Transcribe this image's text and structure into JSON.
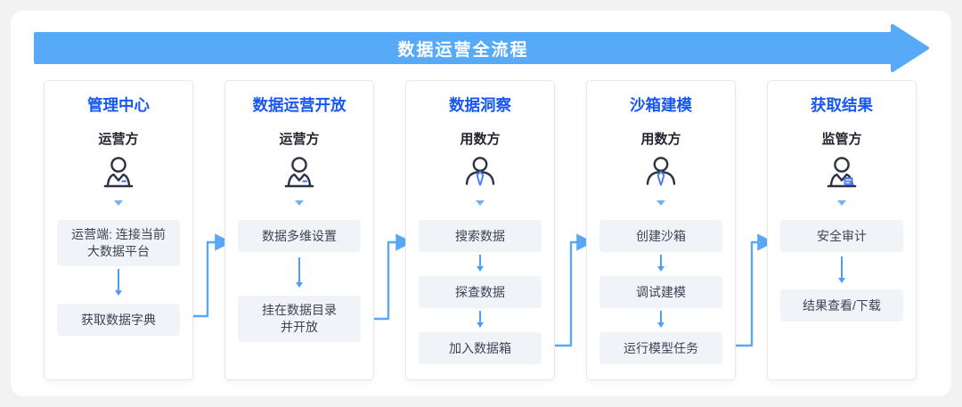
{
  "banner": {
    "title": "数据运营全流程",
    "arrow_color": "#57aaf8",
    "text_color": "#ffffff"
  },
  "colors": {
    "page_background": "#f2f2f3",
    "panel_background": "#ffffff",
    "card_border": "#e7e8ee",
    "card_title_blue": "#1758f2",
    "step_box_background": "#f0f3f8",
    "step_text": "#3d4354",
    "connector_blue": "#5aa7f8",
    "icon_stroke": "#2c3144",
    "icon_accent_blue": "#4a7bf6"
  },
  "cards": [
    {
      "title": "管理中心",
      "role": "运营方",
      "persona_icon": "operator-person-icon",
      "steps": [
        "运营端: 连接当前\n大数据平台",
        "获取数据字典"
      ]
    },
    {
      "title": "数据运营开放",
      "role": "运营方",
      "persona_icon": "operator-person-icon",
      "steps": [
        "数据多维设置",
        "挂在数据目录\n并开放"
      ]
    },
    {
      "title": "数据洞察",
      "role": "用数方",
      "persona_icon": "data-user-person-icon",
      "steps": [
        "搜索数据",
        "探查数据",
        "加入数据箱"
      ]
    },
    {
      "title": "沙箱建模",
      "role": "用数方",
      "persona_icon": "data-user-person-icon",
      "steps": [
        "创建沙箱",
        "调试建模",
        "运行模型任务"
      ]
    },
    {
      "title": "获取结果",
      "role": "监管方",
      "persona_icon": "regulator-person-icon",
      "steps": [
        "安全审计",
        "结果查看/下载"
      ]
    }
  ]
}
